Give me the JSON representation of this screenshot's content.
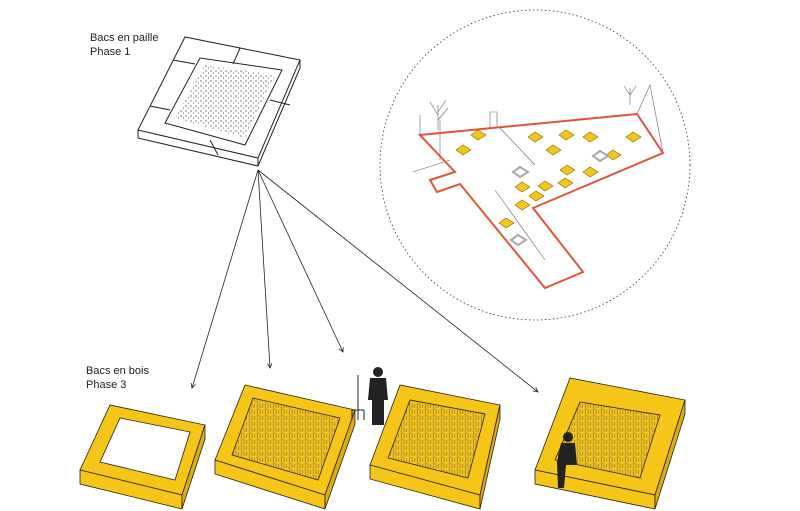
{
  "top_label": {
    "title": "Bacs en paille",
    "phase": "Phase 1"
  },
  "bottom_label": {
    "title": "Bacs en bois",
    "phase": "Phase 3"
  },
  "colors": {
    "wood": "#f5c518",
    "wood_edge": "#8a6d00",
    "site_outline": "#e0553a",
    "line": "#222222",
    "gray_box": "#aaaaaa"
  }
}
